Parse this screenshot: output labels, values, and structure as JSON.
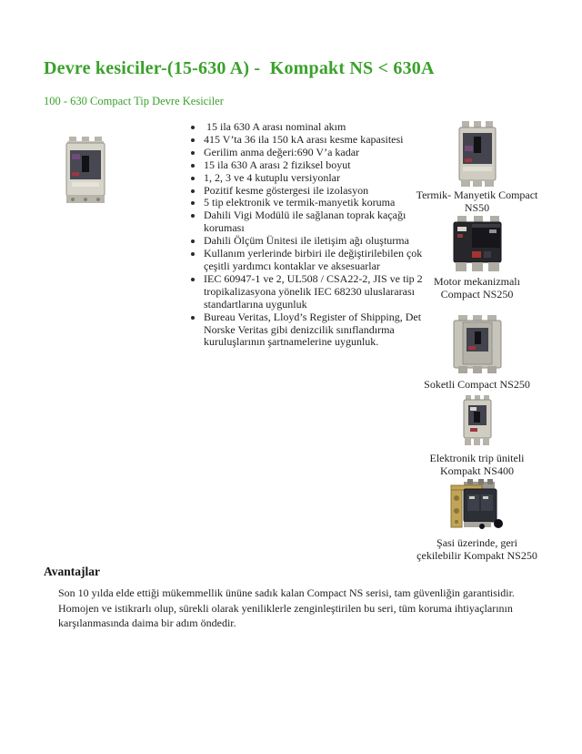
{
  "page": {
    "title": "Devre kesiciler-(15-630 A) -  Kompakt NS < 630A",
    "subtitle": "100 - 630 Compact Tip Devre Kesiciler",
    "accent_color": "#3aa12b"
  },
  "features": {
    "items": [
      " 15 ila 630 A arası nominal akım",
      "415 V’ta 36 ila 150 kA arası kesme kapasitesi",
      "Gerilim anma değeri:690 V’a kadar",
      "15 ila 630 A arası 2 fiziksel boyut",
      "1, 2, 3 ve 4 kutuplu versiyonlar",
      "Pozitif kesme göstergesi ile izolasyon",
      "5 tip elektronik ve termik-manyetik koruma",
      "Dahili Vigi Modülü ile sağlanan toprak kaçağı koruması",
      "Dahili Ölçüm Ünitesi ile iletişim ağı oluşturma",
      "Kullanım yerlerinde birbiri ile değiştirilebilen çok çeşitli yardımcı kontaklar ve aksesuarlar",
      "IEC 60947-1 ve 2, UL508 / CSA22-2, JIS ve tip 2 tropikalizasyona yönelik IEC 68230 uluslararası standartlarına uygunluk",
      "Bureau Veritas, Lloyd’s Register of Shipping, Det Norske Veritas gibi denizcilik sınıflandırma kuruluşlarının şartnamelerine uygunluk."
    ]
  },
  "products": [
    {
      "caption": "Termik- Manyetik Compact\nNS50"
    },
    {
      "caption": "Motor mekanizmalı\nCompact NS250"
    },
    {
      "caption": "Soketli Compact NS250"
    },
    {
      "caption": "Elektronik trip üniteli\nKompakt NS400"
    },
    {
      "caption": "Şasi üzerinde, geri\nçekilebilir Kompakt NS250"
    }
  ],
  "advantages": {
    "heading": "Avantajlar",
    "body": "Son 10 yılda elde ettiği mükemmellik ününe sadık kalan Compact NS serisi, tam güvenliğin garantisidir. Homojen ve istikrarlı olup, sürekli olarak yeniliklerle zenginleştirilen bu seri, tüm koruma ihtiyaçlarının karşılanmasında daima bir adım öndedir."
  }
}
